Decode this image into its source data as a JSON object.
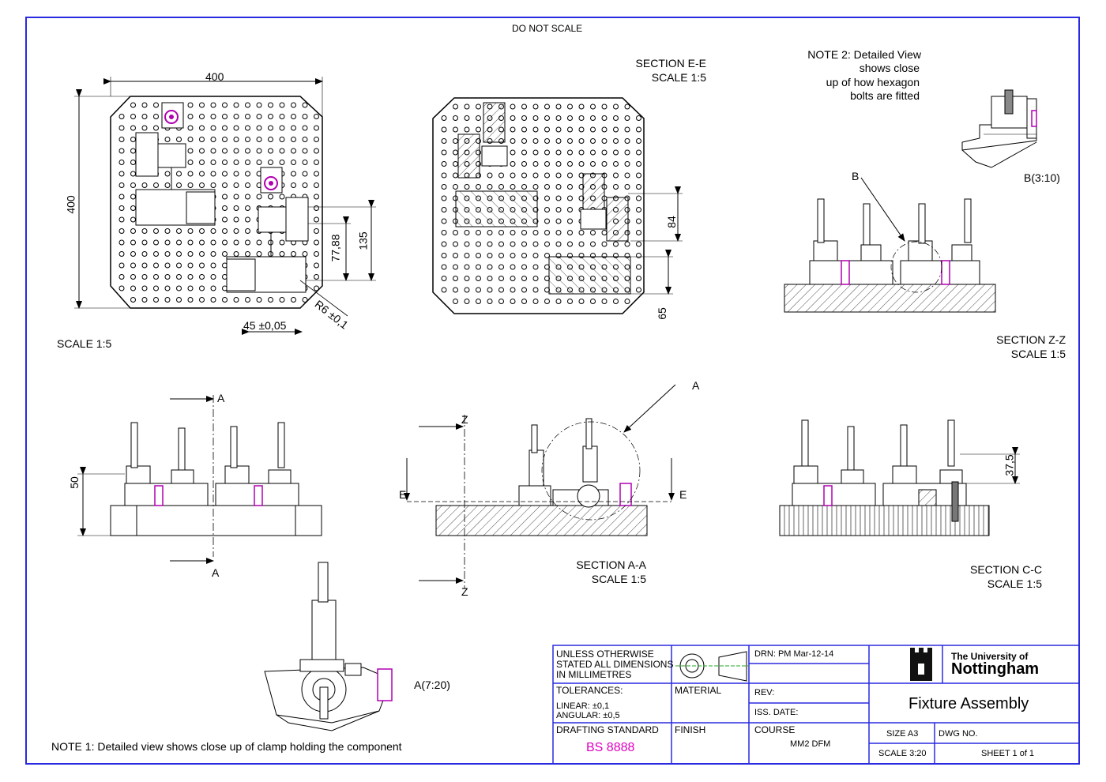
{
  "sheet": {
    "top_note": "DO NOT SCALE",
    "note1": "NOTE 1: Detailed view shows close up of clamp holding the component",
    "note2_lines": [
      "NOTE 2: Detailed View",
      "shows close",
      "up of how hexagon",
      "bolts are fitted"
    ]
  },
  "views": {
    "plan": {
      "scale": "SCALE  1:5",
      "dims": {
        "width": "400",
        "height": "400",
        "d1": "77,88",
        "d2": "135",
        "radius": "R6 ±0,1",
        "pitch": "45 ±0,05"
      }
    },
    "section_ee": {
      "title": "SECTION  E-E",
      "scale": "SCALE  1:5",
      "dims": {
        "d1": "84",
        "d2": "65"
      }
    },
    "section_zz": {
      "title": "SECTION  Z-Z",
      "scale": "SCALE  1:5",
      "detail_marker": "B"
    },
    "detail_b": {
      "label": "B(3:10)"
    },
    "front": {
      "dim_height": "50",
      "cut_label": "A"
    },
    "section_aa": {
      "title": "SECTION  A-A",
      "scale": "SCALE  1:5",
      "cut_z": "Z",
      "cut_e": "E",
      "detail_marker": "A"
    },
    "section_cc": {
      "title": "SECTION  C-C",
      "scale": "SCALE  1:5",
      "dim_height": "37,5"
    },
    "detail_a": {
      "label": "A(7:20)"
    }
  },
  "title_block": {
    "general": [
      "UNLESS OTHERWISE",
      "STATED ALL DIMENSIONS",
      "IN MILLIMETRES"
    ],
    "tolerances_label": "TOLERANCES:",
    "linear": "LINEAR: ±0,1",
    "angular": "ANGULAR: ±0,5",
    "drafting_label": "DRAFTING STANDARD",
    "drafting_value": "BS 8888",
    "material_label": "MATERIAL",
    "finish_label": "FINISH",
    "drawn": "DRN: PM Mar-12-14",
    "rev": "REV:",
    "iss_date": "ISS. DATE:",
    "course_label": "COURSE",
    "course_value": "MM2 DFM",
    "university_line1": "The University of",
    "university_line2": "Nottingham",
    "drawing_title": "Fixture Assembly",
    "size": "SIZE A3",
    "dwg_no": "DWG NO.",
    "scale": "SCALE 3:20",
    "sheet": "SHEET 1 of 1"
  },
  "colors": {
    "frame": "#2a2ae0",
    "accent": "#e000c0",
    "line": "#000000"
  }
}
